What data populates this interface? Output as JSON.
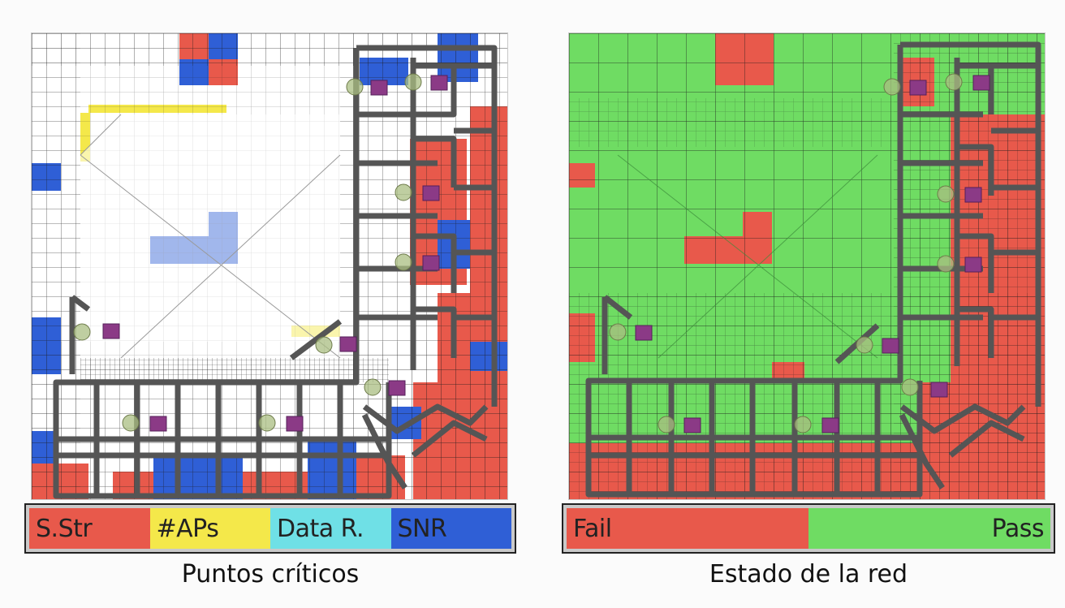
{
  "panels": [
    {
      "legend": [
        {
          "label": "S.Str",
          "color": "#e8594b"
        },
        {
          "label": "#APs",
          "color": "#f4e84a"
        },
        {
          "label": "Data R.",
          "color": "#6fe0e6"
        },
        {
          "label": "SNR",
          "color": "#2f5fd6"
        }
      ],
      "caption": "Puntos críticos"
    },
    {
      "legend": [
        {
          "label": "Fail",
          "color": "#e8594b"
        },
        {
          "label": "Pass",
          "color": "#6fdc63"
        }
      ],
      "caption": "Estado de la red"
    }
  ],
  "colors": {
    "red": "#e8594b",
    "blue": "#2f5fd6",
    "green": "#6fdc63",
    "wall": "#555555",
    "pin": "#8b3a86"
  }
}
